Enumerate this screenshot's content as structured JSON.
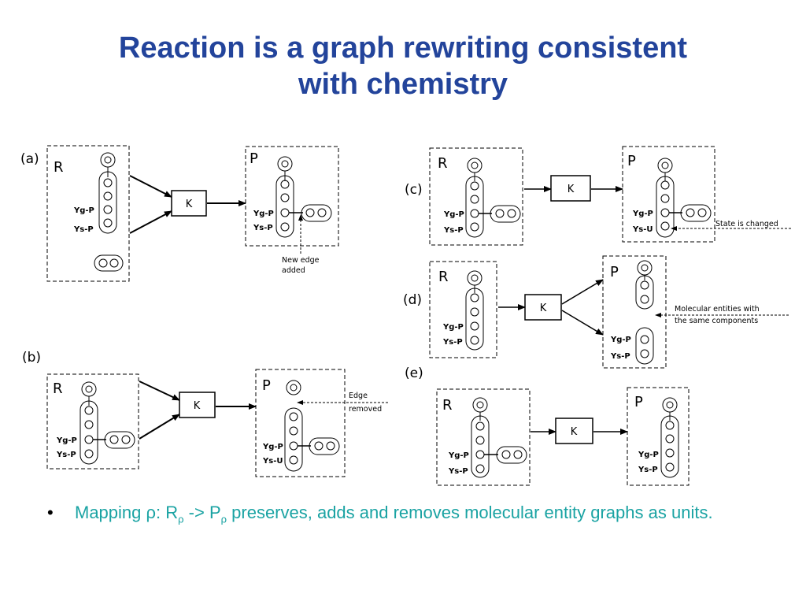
{
  "slide": {
    "title_line1": "Reaction is a graph rewriting consistent",
    "title_line2": "with chemistry"
  },
  "diagram": {
    "panel_a": "(a)",
    "panel_b": "(b)",
    "panel_c": "(c)",
    "panel_d": "(d)",
    "panel_e": "(e)",
    "reactant_label": "R",
    "product_label": "P",
    "kernel_label": "K",
    "site_yg_p": "Yg-P",
    "site_ys_p": "Ys-P",
    "site_ys_u": "Ys-U",
    "note_new_edge_1": "New edge",
    "note_new_edge_2": "added",
    "note_edge_removed_1": "Edge",
    "note_edge_removed_2": "removed",
    "note_state_changed": "State is changed",
    "note_molecular_1": "Molecular entities with",
    "note_molecular_2": "the same components"
  },
  "bullet": {
    "prefix": "Mapping ρ: R",
    "sub_1": "ρ",
    "middle": " -> P",
    "sub_2": "ρ",
    "suffix": " preserves, adds and removes molecular entity graphs as units."
  }
}
